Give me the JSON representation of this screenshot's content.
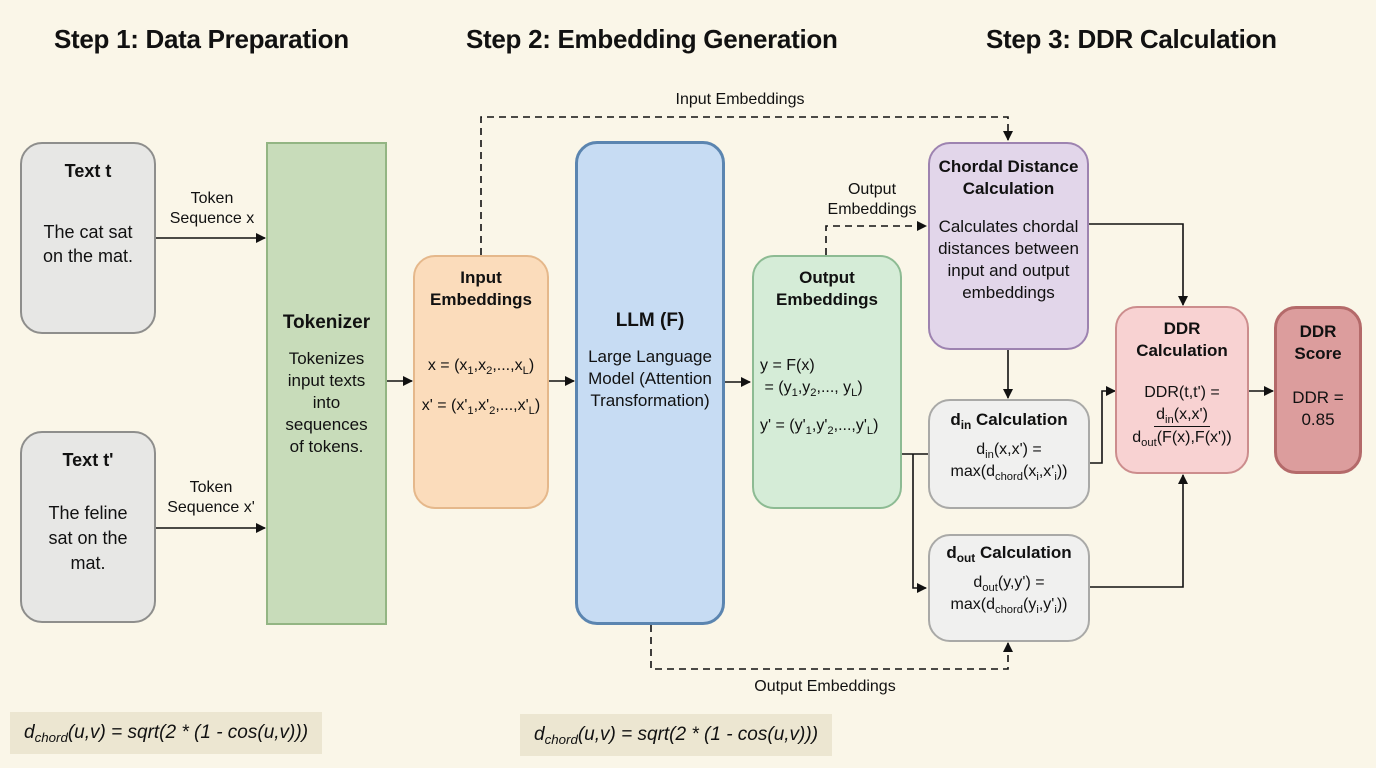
{
  "steps": [
    "Step 1: Data Preparation",
    "Step 2: Embedding Generation",
    "Step 3: DDR Calculation"
  ],
  "text_t": {
    "title": "Text t",
    "body": "The cat sat on the mat."
  },
  "text_t_prime": {
    "title": "Text t'",
    "body": "The feline sat on the mat."
  },
  "edge_labels": {
    "token_seq_x_1": "Token",
    "token_seq_x_2": "Sequence x",
    "token_seq_xp_1": "Token",
    "token_seq_xp_2": "Sequence x'",
    "input_embeddings_top": "Input Embeddings",
    "output_embeddings_1": "Output",
    "output_embeddings_2": "Embeddings",
    "output_embeddings_bottom": "Output Embeddings"
  },
  "tokenizer": {
    "title": "Tokenizer",
    "body": "Tokenizes input texts into sequences of tokens."
  },
  "input_embeddings": {
    "title": "Input Embeddings",
    "x_lhs": "x = (x",
    "xp_lhs": "x' = (x'"
  },
  "llm": {
    "title": "LLM (F)",
    "body": "Large Language Model (Attention Transformation)"
  },
  "output_embeddings": {
    "title": "Output Embeddings",
    "y_line1": "y = F(x)",
    "y_line2": "= (y",
    "yp_line": "y' = (y'"
  },
  "chordal": {
    "title": "Chordal Distance Calculation",
    "body": "Calculates chordal distances between input and output embeddings"
  },
  "d_in": {
    "title_main": "d",
    "title_sub": "in",
    "title_rest": " Calculation",
    "formula_lhs": "(x,x') =",
    "formula_rhs": "max(d"
  },
  "d_out": {
    "title_main": "d",
    "title_sub": "out",
    "title_rest": " Calculation",
    "formula_lhs": "(y,y') =",
    "formula_rhs": "max(d"
  },
  "ddr_calc": {
    "title": "DDR Calculation",
    "formula_lhs": "DDR(t,t') =",
    "numerator": "(x,x')",
    "denominator": "(F(x),F(x'))"
  },
  "ddr_score": {
    "title": "DDR Score",
    "value_label": "DDR =",
    "value": "0.85"
  },
  "formula_notes": [
    "(u,v) = sqrt(2 * (1 - cos(u,v)))",
    "(u,v) = sqrt(2 * (1 - cos(u,v)))"
  ],
  "formula_sub": "chord"
}
